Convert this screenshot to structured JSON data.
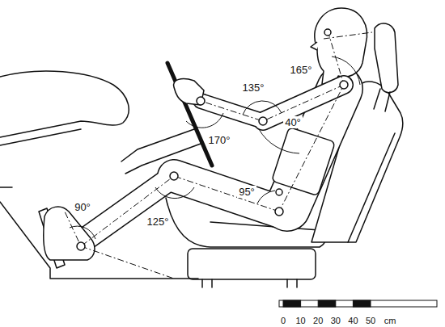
{
  "diagram": {
    "labels": [
      "165°",
      "135°",
      "40°",
      "170°",
      "95°",
      "90°",
      "125°",
      "0",
      "10",
      "20",
      "30",
      "40",
      "50",
      "cm"
    ]
  }
}
